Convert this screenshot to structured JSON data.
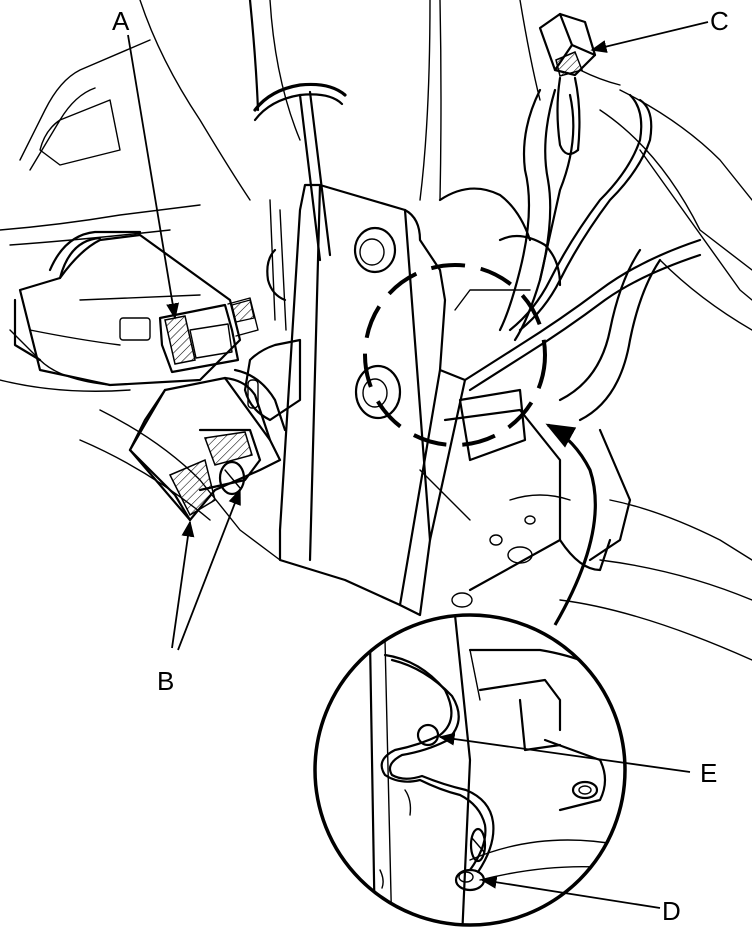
{
  "callouts": {
    "a": "A",
    "b": "B",
    "c": "C",
    "d": "D",
    "e": "E"
  }
}
